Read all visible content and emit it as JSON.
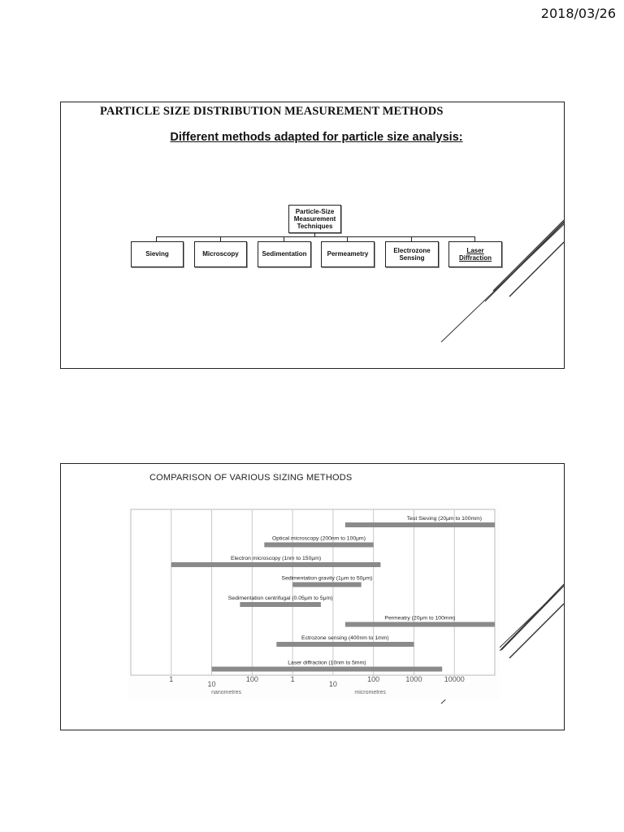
{
  "header": {
    "date": "2018/03/26"
  },
  "slide1": {
    "title": "PARTICLE SIZE DISTRIBUTION MEASUREMENT METHODS",
    "subtitle": "Different methods adapted for particle size analysis:",
    "root": [
      "Particle-Size",
      "Measurement",
      "Techniques"
    ],
    "techniques": [
      {
        "label": "Sieving"
      },
      {
        "label": "Microscopy"
      },
      {
        "label": "Sedimentation"
      },
      {
        "label": "Permeametry"
      },
      {
        "label": "Electrozone\nSensing"
      },
      {
        "label": "Laser\nDiffraction"
      }
    ]
  },
  "slide2": {
    "title": "COMPARISON OF VARIOUS SIZING METHODS",
    "chart_data": {
      "type": "bar",
      "orientation": "horizontal-range",
      "x_scale": "log",
      "unit_groups": [
        {
          "label": "nanometres",
          "ticks": [
            "1",
            "10",
            "100"
          ]
        },
        {
          "label": "micrometres",
          "ticks": [
            "1",
            "10",
            "100",
            "1000",
            "10000"
          ]
        }
      ],
      "grid": true,
      "bars": [
        {
          "label": "Test Sieving (20μm to 100mm)",
          "from_nm": 20000,
          "to_nm": 100000000
        },
        {
          "label": "Optical microscopy (200nm to 100μm)",
          "from_nm": 200,
          "to_nm": 100000
        },
        {
          "label": "Electron microscopy (1nm to 150μm)",
          "from_nm": 1,
          "to_nm": 150000
        },
        {
          "label": "Sedimentation gravity (1μm to 50μm)",
          "from_nm": 1000,
          "to_nm": 50000
        },
        {
          "label": "Sedimentation centrifugal (0.05μm to 5μm)",
          "from_nm": 50,
          "to_nm": 5000
        },
        {
          "label": "Permeatry (20μm to 100mm)",
          "from_nm": 20000,
          "to_nm": 100000000
        },
        {
          "label": "Ectrozone sensing (400nm to 1mm)",
          "from_nm": 400,
          "to_nm": 1000000
        },
        {
          "label": "Laser diffraction (10nm to 5mm)",
          "from_nm": 10,
          "to_nm": 5000000
        }
      ]
    }
  }
}
